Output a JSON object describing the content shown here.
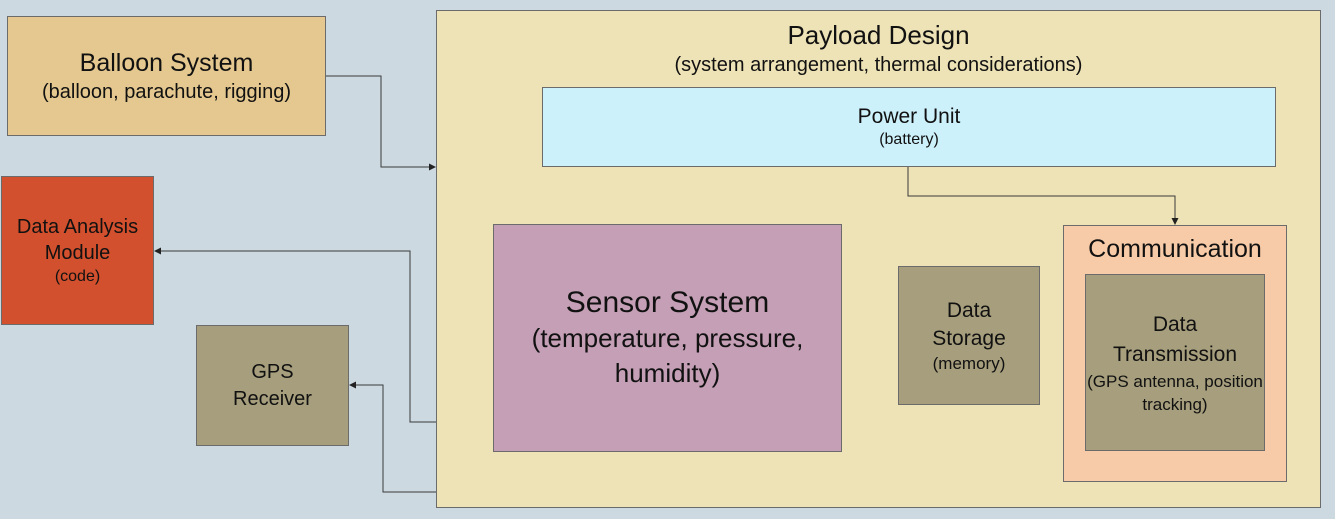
{
  "nodes": {
    "balloon": {
      "title": "Balloon System",
      "subtitle": "(balloon, parachute, rigging)"
    },
    "analysis": {
      "line1": "Data Analysis",
      "line2": "Module",
      "subtitle": "(code)"
    },
    "gps": {
      "line1": "GPS",
      "line2": "Receiver"
    },
    "payload": {
      "title": "Payload Design",
      "subtitle": "(system arrangement, thermal considerations)"
    },
    "power": {
      "title": "Power Unit",
      "subtitle": "(battery)"
    },
    "sensor": {
      "title": "Sensor System",
      "subtitle": "(temperature, pressure, humidity)"
    },
    "storage": {
      "line1": "Data",
      "line2": "Storage",
      "subtitle": "(memory)"
    },
    "communication": {
      "title": "Communication"
    },
    "transmission": {
      "line1": "Data",
      "line2": "Transmission",
      "subtitle": "(GPS antenna, position tracking)"
    }
  },
  "edges": [
    {
      "from": "balloon",
      "to": "payload"
    },
    {
      "from": "payload",
      "to": "analysis"
    },
    {
      "from": "payload",
      "to": "gps"
    },
    {
      "from": "power",
      "to": "communication"
    }
  ]
}
